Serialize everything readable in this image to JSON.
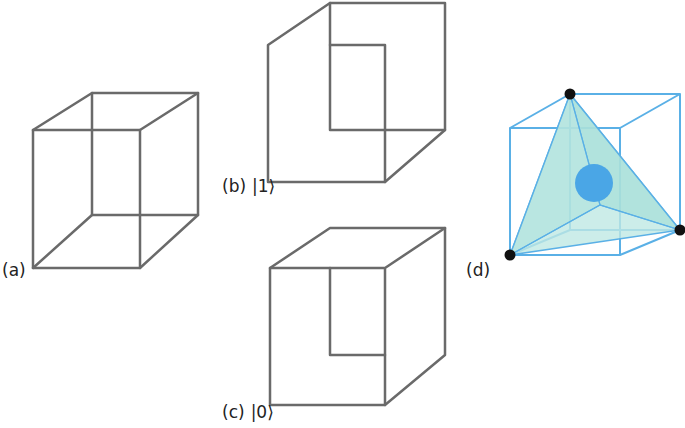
{
  "diagram": {
    "labels": [
      "(a)",
      "(b)",
      "|1⟩",
      "(c)",
      "|0⟩",
      "(d)"
    ]
  }
}
